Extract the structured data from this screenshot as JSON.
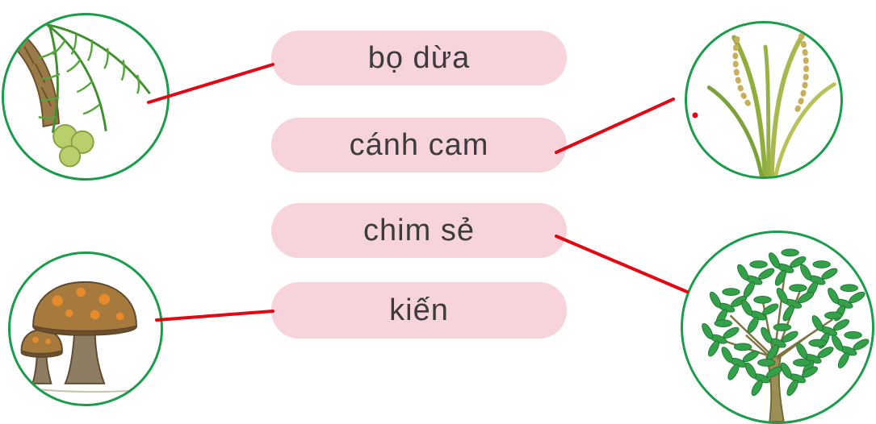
{
  "exercise": {
    "type": "word-picture-matching",
    "labels": [
      {
        "id": "bo-dua",
        "text": "bọ dừa"
      },
      {
        "id": "canh-cam",
        "text": "cánh cam"
      },
      {
        "id": "chim-se",
        "text": "chim sẻ"
      },
      {
        "id": "kien",
        "text": "kiến"
      }
    ],
    "pictures": [
      {
        "id": "coconut-palm",
        "icon": "coconut-palm-illustration",
        "position": "top-left"
      },
      {
        "id": "rice-plant",
        "icon": "rice-plant-illustration",
        "position": "top-right"
      },
      {
        "id": "mushrooms",
        "icon": "mushrooms-illustration",
        "position": "bottom-left"
      },
      {
        "id": "leafy-tree",
        "icon": "leafy-tree-illustration",
        "position": "bottom-right"
      }
    ],
    "connections": [
      {
        "from": "coconut-palm",
        "to": "bo-dua"
      },
      {
        "from": "canh-cam",
        "to": "rice-plant"
      },
      {
        "from": "chim-se",
        "to": "leafy-tree"
      },
      {
        "from": "mushrooms",
        "to": "kien"
      }
    ],
    "colors": {
      "pill_background": "#f7d3dc",
      "circle_border": "#1a9c4b",
      "connector_line": "#e30613",
      "label_text": "#3c3c3c"
    }
  }
}
